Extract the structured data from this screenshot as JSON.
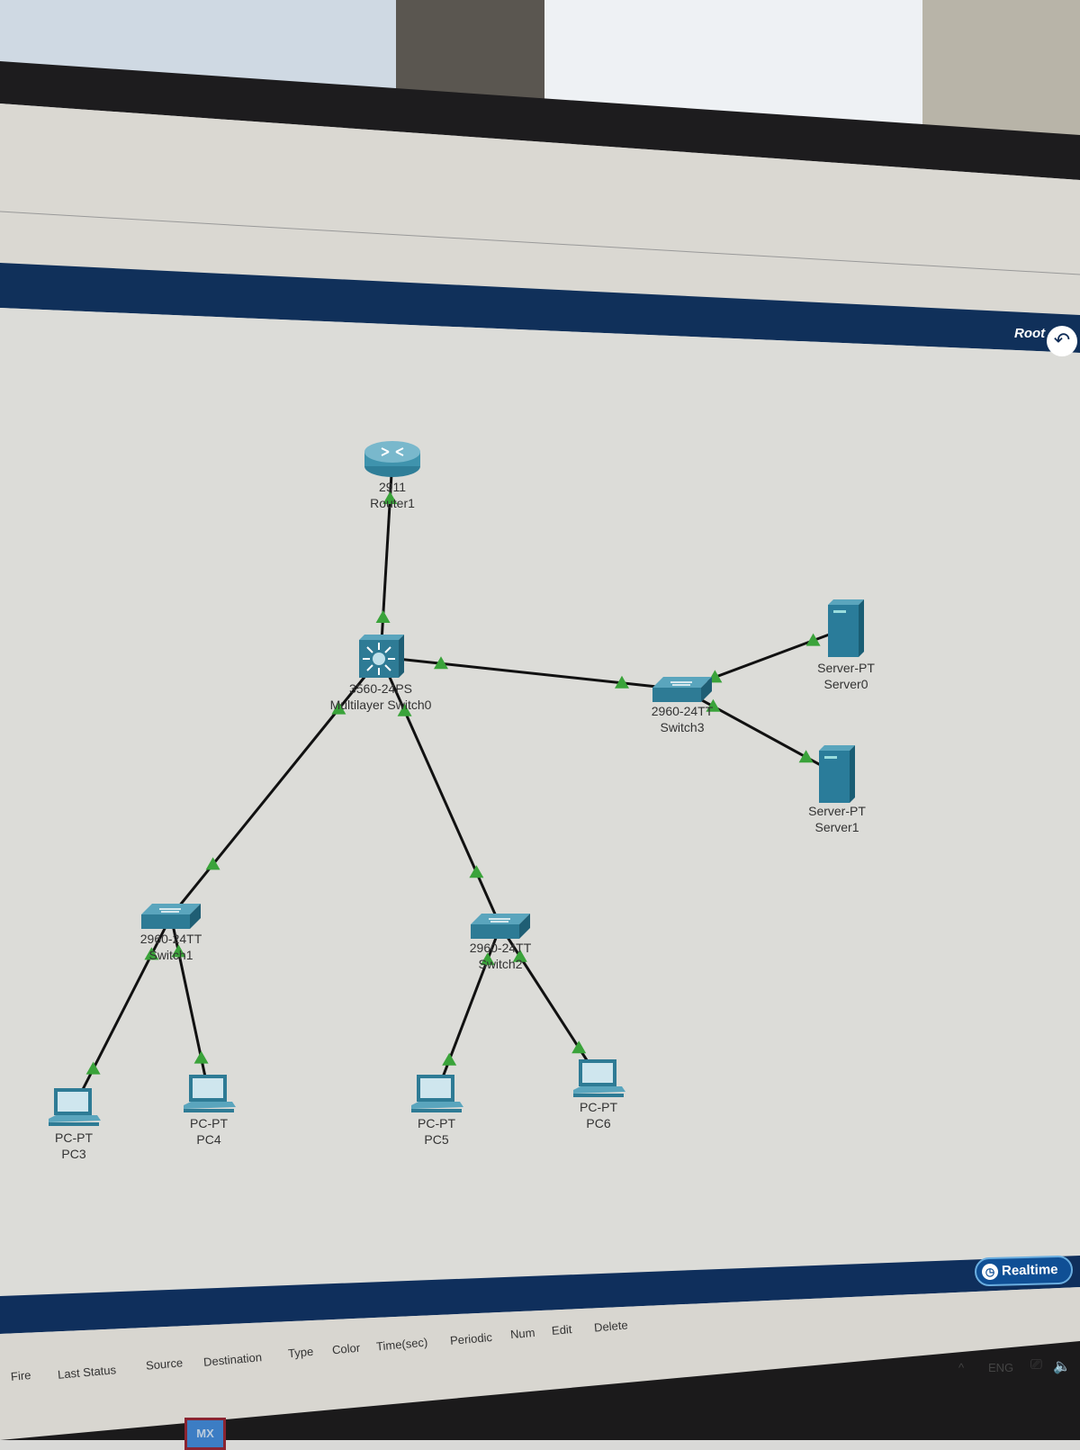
{
  "app": {
    "breadcrumb_root": "Root",
    "realtime_label": "Realtime"
  },
  "devices": [
    {
      "id": "router1",
      "model": "2911",
      "name": "Router1",
      "type": "router"
    },
    {
      "id": "mls0",
      "model": "3560-24PS",
      "name": "Multilayer Switch0",
      "type": "multilayer-switch"
    },
    {
      "id": "switch3",
      "model": "2960-24TT",
      "name": "Switch3",
      "type": "switch"
    },
    {
      "id": "server0",
      "model": "Server-PT",
      "name": "Server0",
      "type": "server"
    },
    {
      "id": "server1",
      "model": "Server-PT",
      "name": "Server1",
      "type": "server"
    },
    {
      "id": "switch1",
      "model": "2960-24TT",
      "name": "Switch1",
      "type": "switch"
    },
    {
      "id": "switch2",
      "model": "2960-24TT",
      "name": "Switch2",
      "type": "switch"
    },
    {
      "id": "pc3",
      "model": "PC-PT",
      "name": "PC3",
      "type": "pc"
    },
    {
      "id": "pc4",
      "model": "PC-PT",
      "name": "PC4",
      "type": "pc"
    },
    {
      "id": "pc5",
      "model": "PC-PT",
      "name": "PC5",
      "type": "pc"
    },
    {
      "id": "pc6",
      "model": "PC-PT",
      "name": "PC6",
      "type": "pc"
    }
  ],
  "links": [
    [
      "router1",
      "mls0"
    ],
    [
      "mls0",
      "switch3"
    ],
    [
      "switch3",
      "server0"
    ],
    [
      "switch3",
      "server1"
    ],
    [
      "mls0",
      "switch1"
    ],
    [
      "mls0",
      "switch2"
    ],
    [
      "switch1",
      "pc3"
    ],
    [
      "switch1",
      "pc4"
    ],
    [
      "switch2",
      "pc5"
    ],
    [
      "switch2",
      "pc6"
    ]
  ],
  "link_status_color": "#3aa33a",
  "pdu_table": {
    "headers": [
      "Fire",
      "Last Status",
      "Source",
      "Destination",
      "Type",
      "Color",
      "Time(sec)",
      "Periodic",
      "Num",
      "Edit",
      "Delete"
    ]
  },
  "taskbar": {
    "lang": "ENG",
    "app_badge": "MX"
  }
}
